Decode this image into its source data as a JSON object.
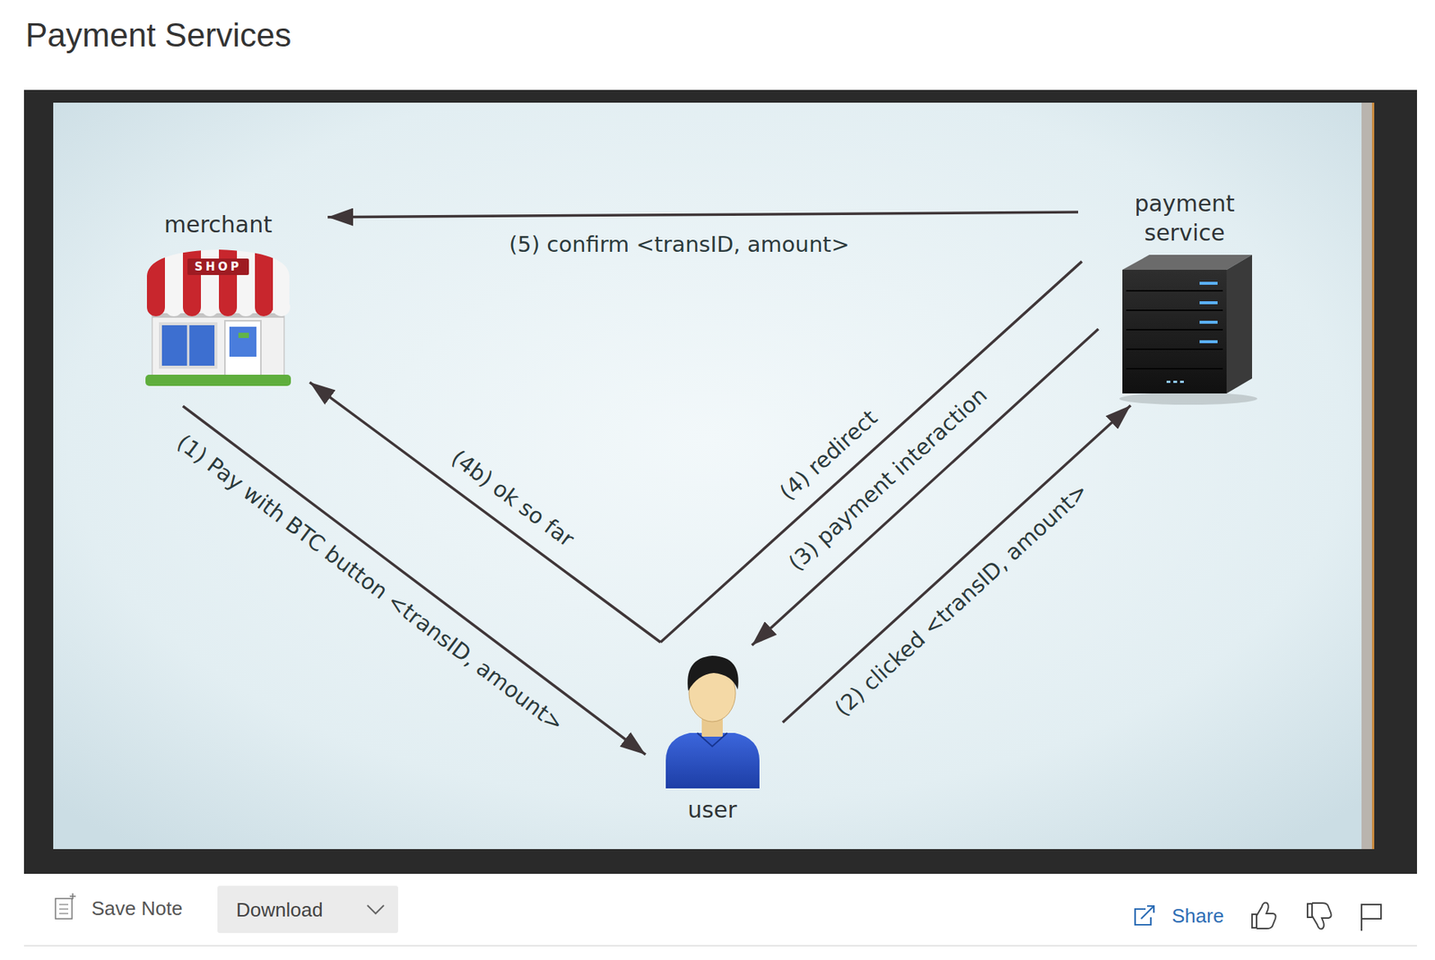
{
  "diagram": {
    "title": "Payment Services",
    "nodes": [
      {
        "text": [
          "merchant"
        ]
      },
      {
        "text": [
          "payment service"
        ]
      },
      {
        "text": [
          "user"
        ]
      }
    ],
    "edges": [
      {
        "from": 0,
        "to": 2,
        "arrow": "to",
        "label": "(1) Pay with BTC button <transID, amount>"
      },
      {
        "from": 2,
        "to": 1,
        "arrow": "to",
        "label": "(2) clicked <transID, amount>"
      },
      {
        "from": 1,
        "to": 2,
        "arrow": "to",
        "label": "(3) payment interaction"
      },
      {
        "from": 1,
        "to": 2,
        "arrow": "none",
        "label": "(4) redirect"
      },
      {
        "from": 2,
        "to": 0,
        "arrow": "to",
        "label": "(4b) ok so far"
      },
      {
        "from": 1,
        "to": 0,
        "arrow": "to",
        "label": "(5) confirm <transID, amount>"
      }
    ],
    "labels": [
      "SHOP",
      "Save Note",
      "Download",
      "Share"
    ]
  }
}
